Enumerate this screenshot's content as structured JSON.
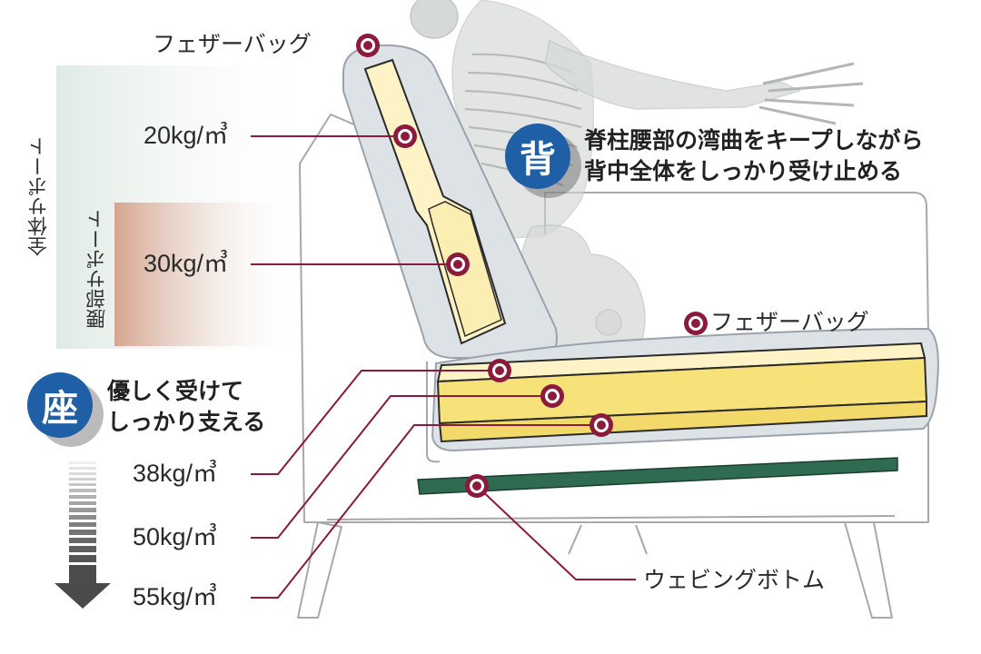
{
  "colors": {
    "marker": "#8b1a3c",
    "badge": "#1f5fa5",
    "webbing": "#2e6b50",
    "foam": "#f7e27a"
  },
  "support": {
    "whole": "全体サポート",
    "lumbar": "腰部サポート"
  },
  "back": {
    "badge": "背",
    "headline": [
      "脊柱腰部の湾曲をキープしながら",
      "背中全体をしっかり受け止める"
    ],
    "feather_bag": "フェザーバッグ",
    "densities": [
      "20kg/",
      "30kg/"
    ]
  },
  "seat": {
    "badge": "座",
    "headline": [
      "優しく受けて",
      "しっかり支える"
    ],
    "feather_bag": "フェザーバッグ",
    "densities": [
      "38kg/",
      "50kg/",
      "55kg/"
    ]
  },
  "unit": "㎥",
  "webbing_label": "ウェビングボトム"
}
